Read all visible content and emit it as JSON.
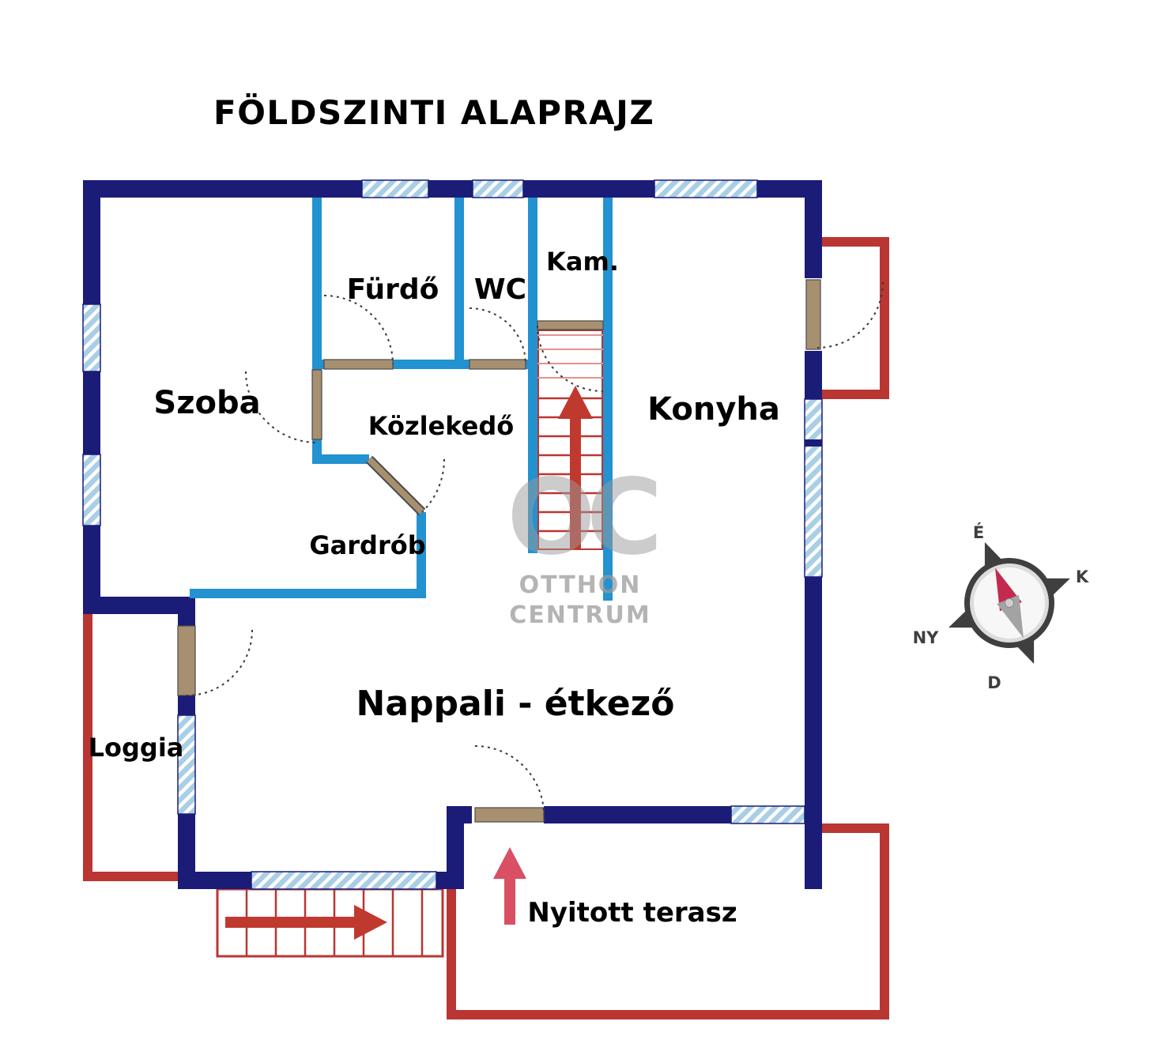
{
  "title": "FÖLDSZINTI ALAPRAJZ",
  "rooms": {
    "szoba": "Szoba",
    "furdo": "Fürdő",
    "wc": "WC",
    "kam": "Kam.",
    "konyha": "Konyha",
    "kozlekedo": "Közlekedő",
    "gardrob": "Gardrób",
    "loggia": "Loggia",
    "nappali": "Nappali - étkező",
    "terasz": "Nyitott terasz"
  },
  "watermark": {
    "logo": "OC",
    "line1": "OTTHON",
    "line2": "CENTRUM"
  },
  "compass": {
    "north": "É",
    "east": "K",
    "south": "D",
    "west": "NY"
  },
  "colors": {
    "wall-exterior": "#1b1b78",
    "wall-interior": "#2292d0",
    "window-fill": "#a9cfe6",
    "window-stripe": "#ffffff",
    "outline-red": "#b93632",
    "arrow-red": "#c0392f",
    "arrow-pink": "#d94f63",
    "door-tan": "#a79070",
    "arc-gray": "#3a3a3a",
    "watermark-gray": "#9b9b9b",
    "compass-dark": "#3f3f3f",
    "compass-needle": "#c22a50",
    "text-black": "#000000"
  }
}
